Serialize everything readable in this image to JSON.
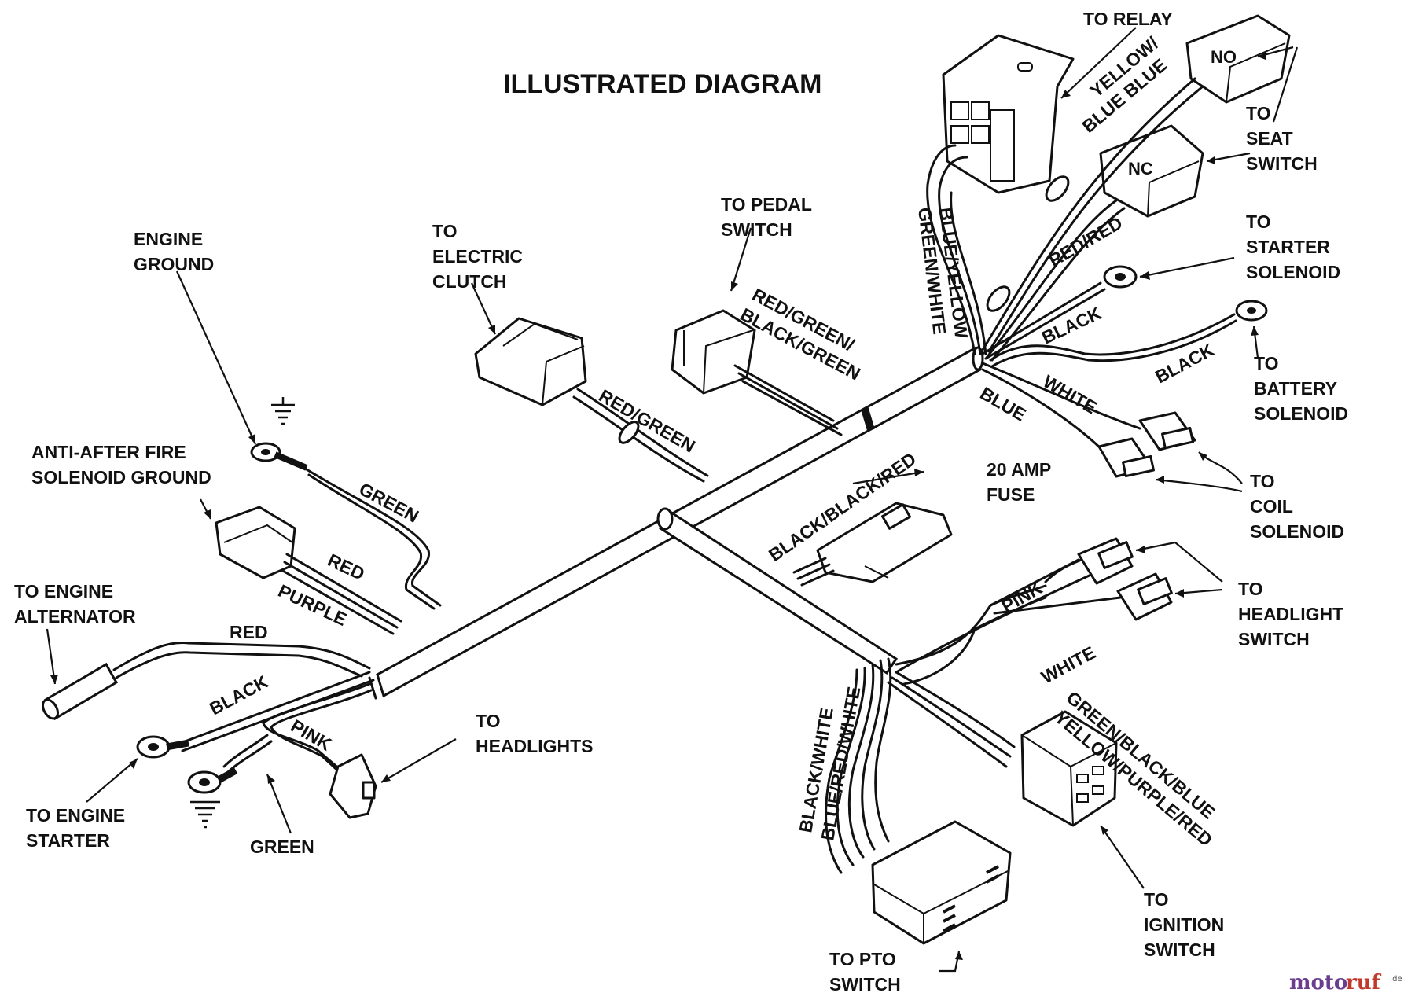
{
  "title": "ILLUSTRATED DIAGRAM",
  "connectors": {
    "no": "NO",
    "nc": "NC"
  },
  "labels": {
    "to_relay": "TO RELAY",
    "yellow": "YELLOW/",
    "blue_blue": "BLUE BLUE",
    "to_seat_1": "TO",
    "to_seat_2": "SEAT",
    "to_seat_3": "SWITCH",
    "blue_yellow": "BLUE/YELLOW",
    "green_white": "GREEN/WHITE",
    "red_red": "RED/RED",
    "to_starter_1": "TO",
    "to_starter_2": "STARTER",
    "to_starter_3": "SOLENOID",
    "black_1": "BLACK",
    "black_2": "BLACK",
    "to_battery_1": "TO",
    "to_battery_2": "BATTERY",
    "to_battery_3": "SOLENOID",
    "white_1": "WHITE",
    "blue": "BLUE",
    "to_coil_1": "TO",
    "to_coil_2": "COIL",
    "to_coil_3": "SOLENOID",
    "to_pedal_1": "TO PEDAL",
    "to_pedal_2": "SWITCH",
    "red_green_slash": "RED/GREEN/",
    "black_green": "BLACK/GREEN",
    "to_clutch_1": "TO",
    "to_clutch_2": "ELECTRIC",
    "to_clutch_3": "CLUTCH",
    "red_green": "RED/GREEN",
    "engine_ground_1": "ENGINE",
    "engine_ground_2": "GROUND",
    "green_1": "GREEN",
    "anti_1": "ANTI-AFTER FIRE",
    "anti_2": "SOLENOID GROUND",
    "red_1": "RED",
    "purple": "PURPLE",
    "to_alt_1": "TO ENGINE",
    "to_alt_2": "ALTERNATOR",
    "red_2": "RED",
    "black_3": "BLACK",
    "pink_1": "PINK",
    "to_headlights_1": "TO",
    "to_headlights_2": "HEADLIGHTS",
    "to_starter_eng_1": "TO ENGINE",
    "to_starter_eng_2": "STARTER",
    "green_2": "GREEN",
    "fuse_1": "20 AMP",
    "fuse_2": "FUSE",
    "black_black_red": "BLACK/BLACK/RED",
    "pink_2": "PINK",
    "white_2": "WHITE",
    "to_headlight_sw_1": "TO",
    "to_headlight_sw_2": "HEADLIGHT",
    "to_headlight_sw_3": "SWITCH",
    "black_white": "BLACK/WHITE",
    "blue_red_white": "BLUE/RED/WHITE",
    "green_black_blue": "GREEN/BLACK/BLUE",
    "yellow_purple_red": "YELLOW/PURPLE/RED",
    "to_ignition_1": "TO",
    "to_ignition_2": "IGNITION",
    "to_ignition_3": "SWITCH",
    "to_pto_1": "TO PTO",
    "to_pto_2": "SWITCH"
  },
  "watermark": {
    "part1": "moto",
    "part2": "ruf",
    "suffix": ".de"
  }
}
